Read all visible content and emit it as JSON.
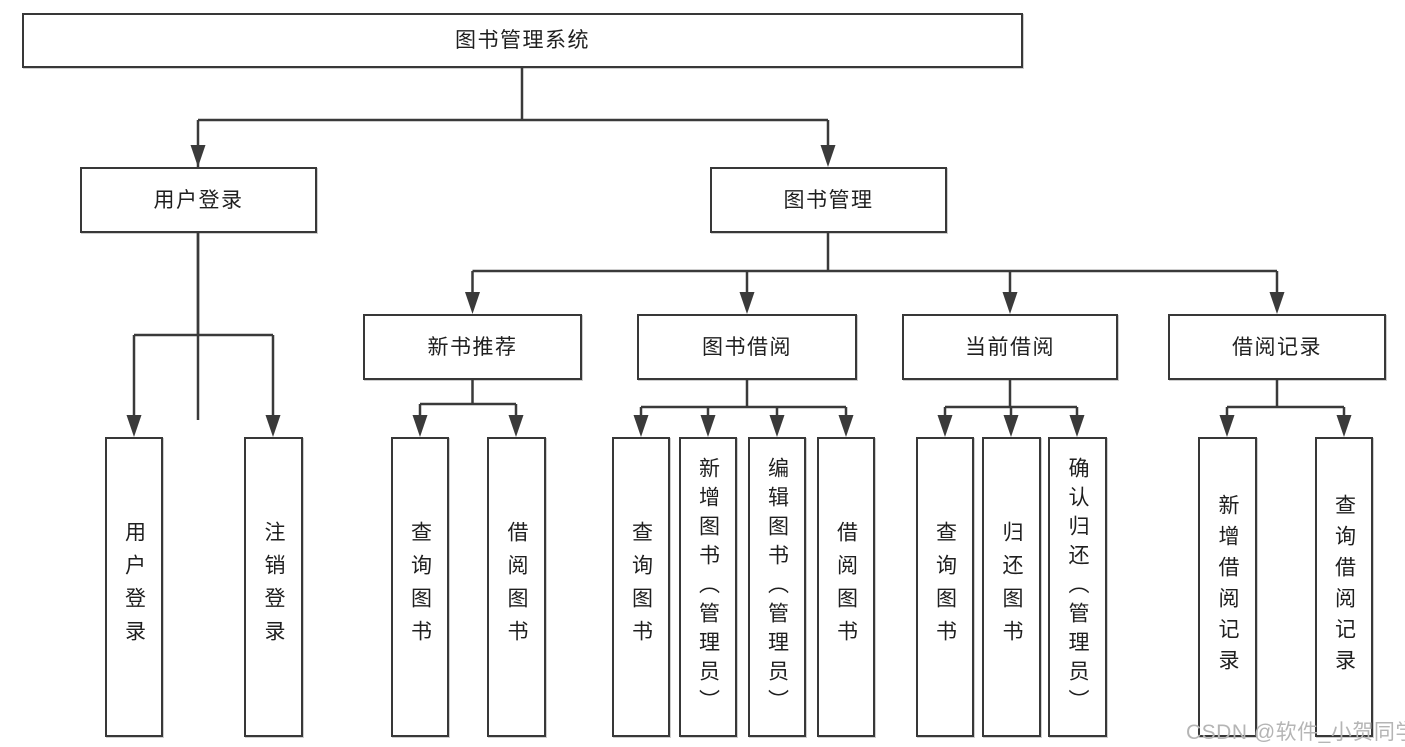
{
  "tree": {
    "root": {
      "label": "图书管理系统"
    },
    "branches": [
      {
        "label": "用户登录",
        "children": [
          "用户登录",
          "注销登录"
        ]
      },
      {
        "label": "图书管理",
        "sections": [
          {
            "label": "新书推荐",
            "children": [
              "查询图书",
              "借阅图书"
            ]
          },
          {
            "label": "图书借阅",
            "children": [
              "查询图书",
              "新增图书（管理员）",
              "编辑图书（管理员）",
              "借阅图书"
            ]
          },
          {
            "label": "当前借阅",
            "children": [
              "查询图书",
              "归还图书",
              "确认归还（管理员）"
            ]
          },
          {
            "label": "借阅记录",
            "children": [
              "新增借阅记录",
              "查询借阅记录"
            ]
          }
        ]
      }
    ]
  },
  "watermark": {
    "text": "CSDN @软件_小贺同学"
  },
  "colors": {
    "background": "#ffffff",
    "line": "#3a3a3a",
    "box_border": "#383838",
    "text": "#1f1f1f",
    "watermark": "#b5b5b5"
  }
}
